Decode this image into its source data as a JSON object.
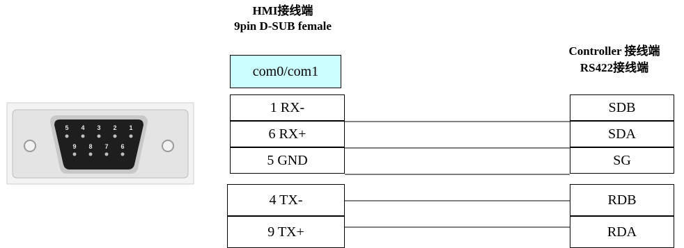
{
  "hmi": {
    "title_line1": "HMI接线端",
    "title_line2": "9pin D-SUB female",
    "header": "com0/com1",
    "pins": [
      "1 RX-",
      "6 RX+",
      "5 GND",
      "4 TX-",
      "9 TX+"
    ]
  },
  "controller": {
    "title_line1": "Controller 接线端",
    "title_line2": "RS422接线端",
    "pins": [
      "SDB",
      "SDA",
      "SG",
      "RDB",
      "RDA"
    ]
  },
  "connector_pin_numbers": {
    "top_row": [
      "5",
      "4",
      "3",
      "2",
      "1"
    ],
    "bottom_row": [
      "9",
      "8",
      "7",
      "6"
    ]
  },
  "colors": {
    "header_fill": "#ccffff",
    "connector_plate": "#e6e6e6",
    "connector_body": "#1e1e1e"
  }
}
